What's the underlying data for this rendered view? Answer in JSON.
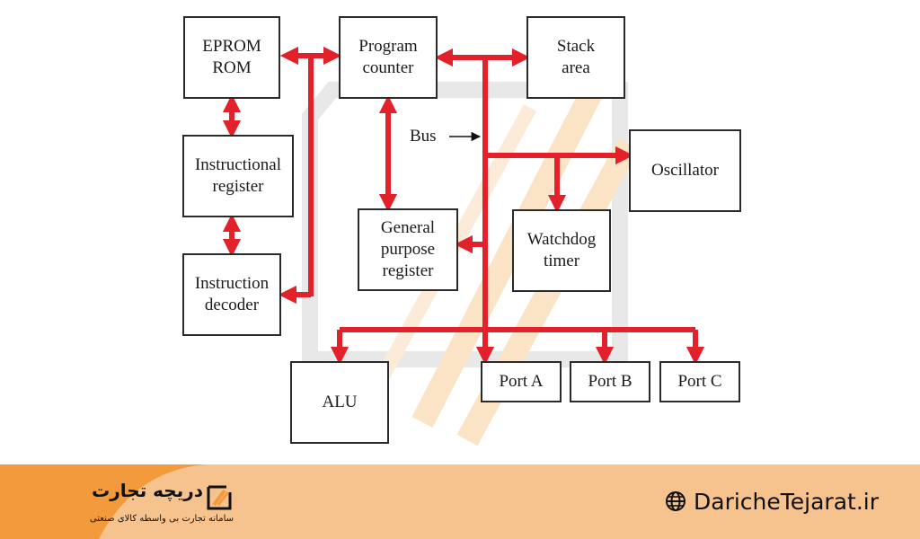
{
  "blocks": {
    "eprom": "EPROM\nROM",
    "program_counter": "Program\ncounter",
    "stack_area": "Stack\narea",
    "instructional_register": "Instructional\nregister",
    "instruction_decoder": "Instruction\ndecoder",
    "general_purpose_register": "General\npurpose\nregister",
    "oscillator": "Oscillator",
    "watchdog_timer": "Watchdog\ntimer",
    "alu": "ALU",
    "port_a": "Port A",
    "port_b": "Port B",
    "port_c": "Port C"
  },
  "bus_label": "Bus",
  "colors": {
    "bus": "#e3212b",
    "box_border": "#2a2a2a",
    "footer": "#f6c38f",
    "footer_accent": "#f39a3c"
  },
  "footer": {
    "brand_name": "دریچه تجارت",
    "brand_tagline": "سامانه تجارت بی واسطه کالای صنعتی",
    "website": "DaricheTejarat.ir",
    "website_icon": "globe-icon",
    "logo_icon": "brand-logo-icon"
  }
}
